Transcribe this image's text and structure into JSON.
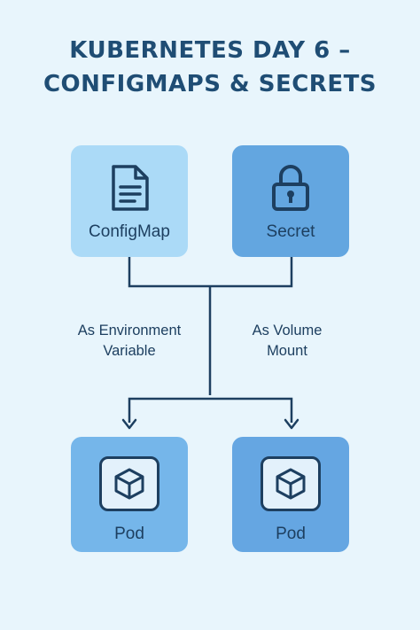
{
  "title": {
    "line1": "KUBERNETES DAY 6 –",
    "line2": "CONFIGMAPS & SECRETS"
  },
  "nodes": {
    "configmap": {
      "label": "ConfigMap",
      "icon": "document-icon"
    },
    "secret": {
      "label": "Secret",
      "icon": "lock-icon"
    },
    "pod_left": {
      "label": "Pod",
      "icon": "cube-icon"
    },
    "pod_right": {
      "label": "Pod",
      "icon": "cube-icon"
    }
  },
  "edges": {
    "left_label_line1": "As Environment",
    "left_label_line2": "Variable",
    "right_label_line1": "As Volume",
    "right_label_line2": "Mount"
  },
  "colors": {
    "background": "#e8f5fc",
    "configmap_fill": "#abdaf7",
    "secret_fill": "#63a6e0",
    "pod_fill": "#75b6ea",
    "ink": "#1d3f60"
  }
}
